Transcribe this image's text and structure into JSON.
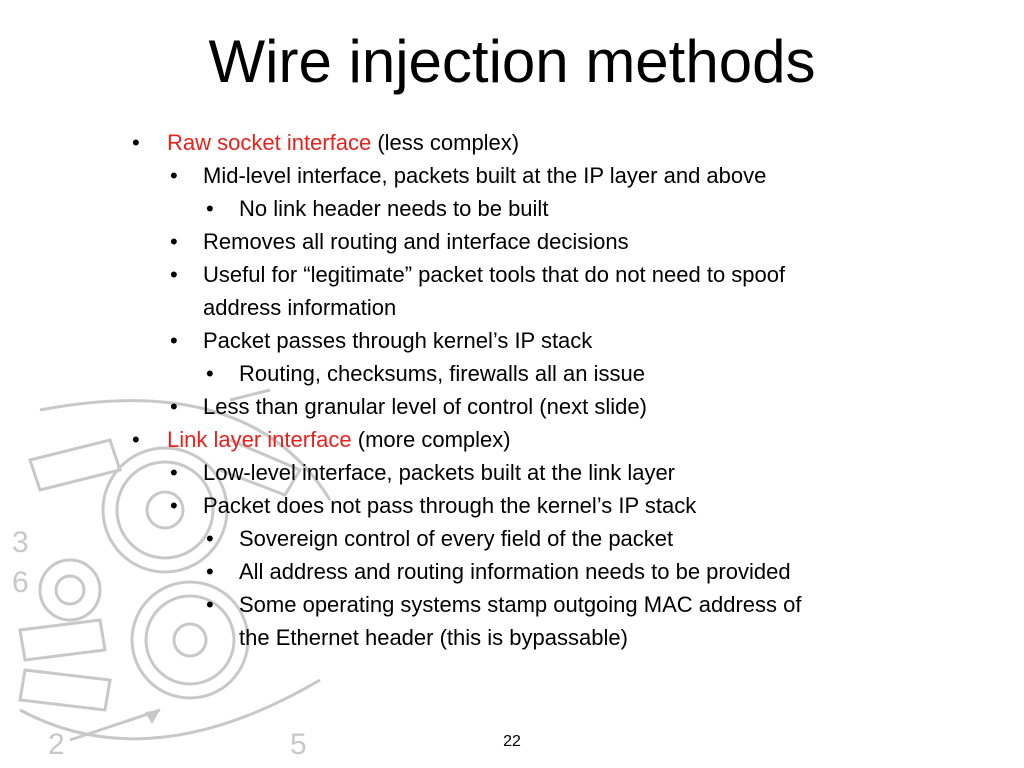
{
  "slide": {
    "title": "Wire injection methods",
    "page_number": "22",
    "accent_color": "#e8211c",
    "watermark_digits": [
      "3",
      "6",
      "2",
      "5"
    ],
    "watermark_icon": "clock-gear-watermark",
    "items": [
      {
        "level": 1,
        "highlight": "Raw socket interface",
        "text": " (less complex)"
      },
      {
        "level": 2,
        "text": "Mid-level interface, packets built at the IP layer and above"
      },
      {
        "level": 3,
        "text": "No link header needs to be built"
      },
      {
        "level": 2,
        "text": "Removes all routing and interface decisions"
      },
      {
        "level": 2,
        "text": "Useful for “legitimate” packet tools that do not need to spoof"
      },
      {
        "level": 2,
        "continuation": true,
        "text": "address information"
      },
      {
        "level": 2,
        "text": "Packet passes through kernel’s IP stack"
      },
      {
        "level": 3,
        "text": "Routing, checksums, firewalls all an issue"
      },
      {
        "level": 2,
        "text": "Less than granular level of control (next slide)"
      },
      {
        "level": 1,
        "highlight": "Link layer interface",
        "text": " (more complex)"
      },
      {
        "level": 2,
        "text": "Low-level interface, packets built at the link layer"
      },
      {
        "level": 2,
        "text": "Packet does not pass through the kernel’s IP stack"
      },
      {
        "level": 3,
        "text": "Sovereign control of every field of the packet"
      },
      {
        "level": 3,
        "text": "All address and routing information needs to be provided"
      },
      {
        "level": 3,
        "text": "Some operating systems stamp outgoing MAC address of"
      },
      {
        "level": 3,
        "continuation": true,
        "text": "the Ethernet header (this is bypassable)"
      }
    ]
  }
}
